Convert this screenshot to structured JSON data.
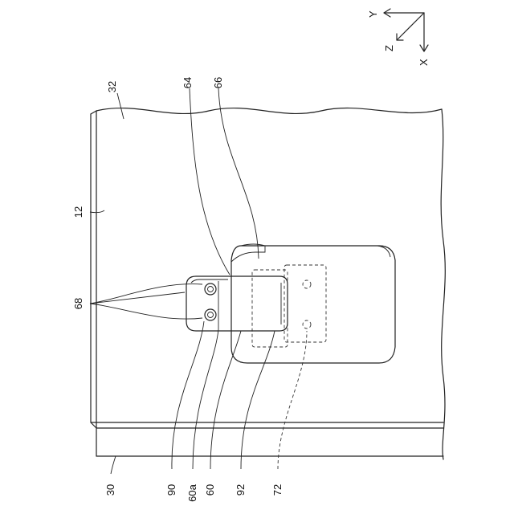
{
  "axes": {
    "x": "X",
    "y": "Y",
    "z": "Z"
  },
  "labels": {
    "ref_32": "32",
    "ref_64": "64",
    "ref_66": "66",
    "ref_12": "12",
    "ref_68": "68",
    "ref_30": "30",
    "ref_90": "90",
    "ref_60a": "60a",
    "ref_60": "60",
    "ref_92": "92",
    "ref_72": "72"
  }
}
